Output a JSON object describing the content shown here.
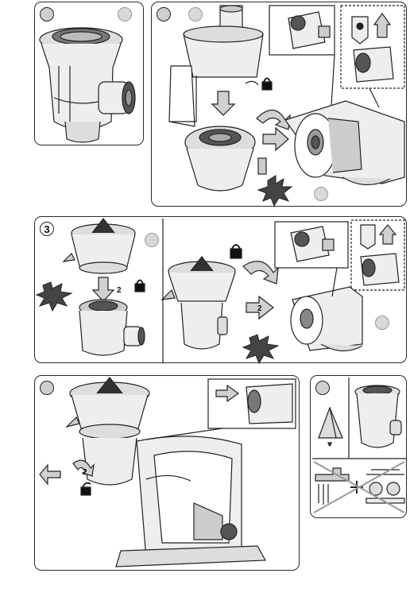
{
  "panel_3": {
    "step_number": "3",
    "lock_step_number": "2",
    "arrow_step_number": "2"
  },
  "panel_4": {
    "rotate_step_number": "2"
  },
  "colors": {
    "outline": "#222222",
    "gray_fill": "#d0d0d0",
    "dark_fill": "#3a3a3a",
    "badge_fill": "#cfcfcf"
  }
}
